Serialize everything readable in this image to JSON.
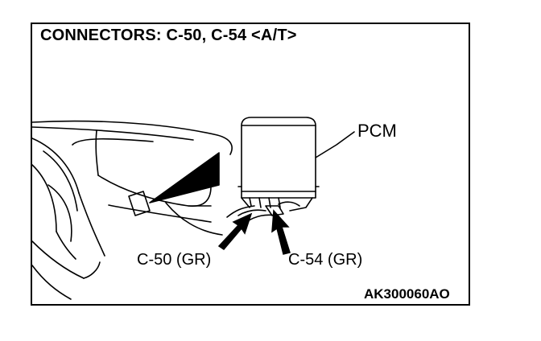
{
  "title": "CONNECTORS: C-50, C-54 <A/T>",
  "labels": {
    "pcm": "PCM",
    "c50": "C-50 (GR)",
    "c54": "C-54 (GR)"
  },
  "figure_code": "AK300060AO",
  "colors": {
    "line": "#000000",
    "background": "#ffffff"
  }
}
